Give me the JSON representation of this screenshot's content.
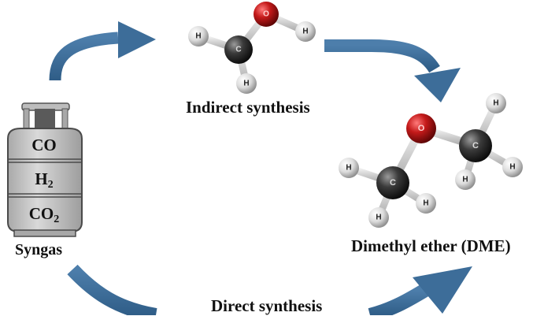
{
  "labels": {
    "indirect": "Indirect synthesis",
    "direct": "Direct synthesis",
    "dme": "Dimethyl ether (DME)",
    "syngas": "Syngas"
  },
  "cylinder": {
    "bands": [
      {
        "formula": "CO",
        "subscript": ""
      },
      {
        "formula": "H",
        "subscript": "2"
      },
      {
        "formula": "CO",
        "subscript": "2"
      }
    ]
  },
  "molecules": {
    "methanol": {
      "atoms": [
        {
          "symbol": "O",
          "element": "oxygen"
        },
        {
          "symbol": "H",
          "element": "hydrogen"
        },
        {
          "symbol": "C",
          "element": "carbon"
        },
        {
          "symbol": "H",
          "element": "hydrogen"
        },
        {
          "symbol": "H",
          "element": "hydrogen"
        }
      ]
    },
    "dme": {
      "atoms": [
        {
          "symbol": "O",
          "element": "oxygen"
        },
        {
          "symbol": "C",
          "element": "carbon"
        },
        {
          "symbol": "C",
          "element": "carbon"
        },
        {
          "symbol": "H",
          "element": "hydrogen"
        },
        {
          "symbol": "H",
          "element": "hydrogen"
        },
        {
          "symbol": "H",
          "element": "hydrogen"
        },
        {
          "symbol": "H",
          "element": "hydrogen"
        },
        {
          "symbol": "H",
          "element": "hydrogen"
        },
        {
          "symbol": "H",
          "element": "hydrogen"
        }
      ]
    }
  },
  "colors": {
    "arrow": "#3d6d99",
    "oxygen": "#b31414",
    "carbon": "#2e2e2e",
    "hydrogen": "#e2e2e2",
    "bond": "#cfcfcf",
    "cylinder": "#c4c4c4",
    "cylinder_line": "#4a4a4a"
  }
}
